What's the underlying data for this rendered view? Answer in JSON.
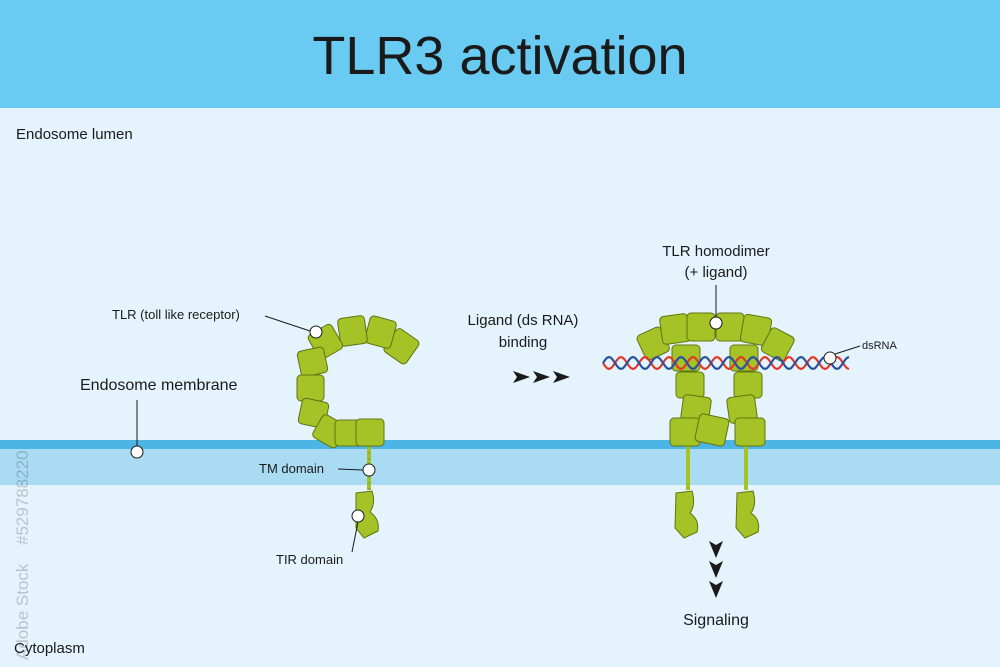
{
  "title": "TLR3 activation",
  "regions": {
    "lumen": "Endosome lumen",
    "membrane": "Endosome membrane",
    "cytoplasm": "Cytoplasm"
  },
  "monomer": {
    "receptor_label": "TLR (toll like receptor)",
    "tm_label": "TM domain",
    "tir_label": "TIR domain"
  },
  "transition": {
    "line1": "Ligand (ds RNA)",
    "line2": "binding"
  },
  "dimer": {
    "label_line1": "TLR homodimer",
    "label_line2": "(+ ligand)",
    "rna_label": "dsRNA",
    "output_label": "Signaling"
  },
  "watermark": {
    "brand": "Adobe Stock",
    "id": "#529788220"
  },
  "colors": {
    "header": "#69cbf2",
    "background": "#e5f4fc",
    "membrane_band": "#a9dcf3",
    "membrane_line": "#4db5e6",
    "protein_fill": "#a5c326",
    "protein_stroke": "#5f7410",
    "rna_red": "#e2392b",
    "rna_blue": "#2a50a0",
    "text": "#1a1a1a"
  }
}
